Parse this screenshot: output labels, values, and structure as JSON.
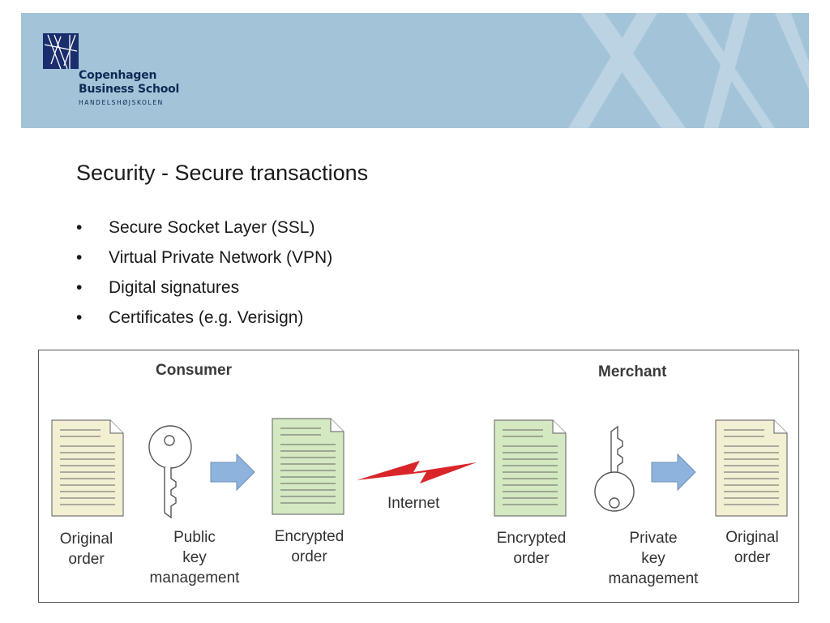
{
  "header": {
    "logo": {
      "line1": "Copenhagen",
      "line2": "Business School",
      "line3": "HANDELSHØJSKOLEN"
    },
    "colors": {
      "banner": "#a3c3d8",
      "logo_navy": "#1a2e6e"
    }
  },
  "slide": {
    "title": "Security - Secure transactions",
    "bullet_glyph": "•",
    "bullets": [
      "Secure Socket Layer (SSL)",
      "Virtual Private Network (VPN)",
      "Digital signatures",
      "Certificates (e.g. Verisign)"
    ]
  },
  "diagram": {
    "consumer_heading": "Consumer",
    "merchant_heading": "Merchant",
    "internet_label": "Internet",
    "steps": [
      {
        "label": "Original\norder",
        "icon": "document-icon"
      },
      {
        "label": "Public\nkey\nmanagement",
        "icon": "key-icon"
      },
      {
        "label": "Encrypted\norder",
        "icon": "encrypted-document-icon"
      },
      {
        "label": "Encrypted\norder",
        "icon": "encrypted-document-icon"
      },
      {
        "label": "Private\nkey\nmanagement",
        "icon": "key-icon"
      },
      {
        "label": "Original\norder",
        "icon": "document-icon"
      }
    ],
    "colors": {
      "original_doc": "#f3efd3",
      "encrypted_doc": "#d4e8c2",
      "arrow": "#8eb4de",
      "lightning": "#d9252a"
    }
  }
}
